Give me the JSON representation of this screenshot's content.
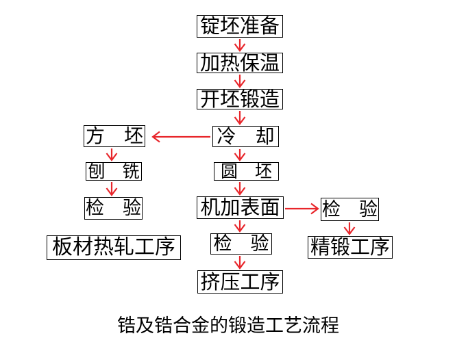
{
  "diagram": {
    "title": "锆及锆合金的锻造工艺流程",
    "colors": {
      "arrow": "#e8262b",
      "box_border": "#000000",
      "box_background": "#ffffff",
      "text": "#000000",
      "page_background": "#ffffff"
    },
    "nodes": {
      "ingot_preparation": {
        "label": "锭坯准备"
      },
      "heating_holding": {
        "label": "加热保温"
      },
      "cogging_forging": {
        "label": "开坯锻造"
      },
      "square_billet": {
        "label": "方　坯"
      },
      "cooling": {
        "label": "冷　却"
      },
      "planing_milling": {
        "label": "刨　铣"
      },
      "round_billet": {
        "label": "圆　坯"
      },
      "inspection_left": {
        "label": "检　验"
      },
      "surface_machining": {
        "label": "机加表面"
      },
      "plate_hot_rolling": {
        "label": "板材热轧工序"
      },
      "inspection_center": {
        "label": "检　验"
      },
      "extrusion": {
        "label": "挤压工序"
      },
      "inspection_right": {
        "label": "检　验"
      },
      "precision_forging": {
        "label": "精锻工序"
      }
    },
    "edges": [
      {
        "from": "ingot_preparation",
        "to": "heating_holding"
      },
      {
        "from": "heating_holding",
        "to": "cogging_forging"
      },
      {
        "from": "cogging_forging",
        "to": "cooling"
      },
      {
        "from": "cooling",
        "to": "square_billet"
      },
      {
        "from": "cooling",
        "to": "round_billet"
      },
      {
        "from": "square_billet",
        "to": "planing_milling"
      },
      {
        "from": "planing_milling",
        "to": "inspection_left"
      },
      {
        "from": "inspection_left",
        "to": "plate_hot_rolling"
      },
      {
        "from": "round_billet",
        "to": "surface_machining"
      },
      {
        "from": "surface_machining",
        "to": "inspection_center"
      },
      {
        "from": "surface_machining",
        "to": "inspection_right"
      },
      {
        "from": "inspection_center",
        "to": "extrusion"
      },
      {
        "from": "inspection_right",
        "to": "precision_forging"
      }
    ]
  }
}
